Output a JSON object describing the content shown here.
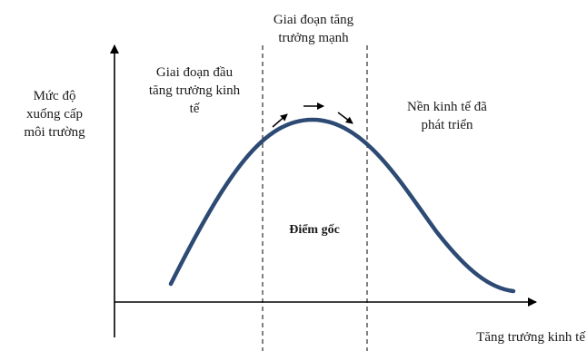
{
  "diagram": {
    "y_axis_label": [
      "Mức độ",
      "xuống cấp",
      "môi trường"
    ],
    "x_axis_label": "Tăng trưởng kinh tế",
    "phases": [
      {
        "lines": [
          "Giai đoạn đầu",
          "tăng trưởng kinh",
          "tế"
        ]
      },
      {
        "lines": [
          "Giai đoạn tăng",
          "trưởng mạnh"
        ]
      },
      {
        "lines": [
          "Nền kinh tế đã",
          "phát triển"
        ]
      }
    ],
    "peak_label": "Điểm gốc"
  },
  "colors": {
    "curve": "#2c4a73",
    "axis": "#000000",
    "divider": "#000000",
    "text": "#1a1a1a"
  }
}
